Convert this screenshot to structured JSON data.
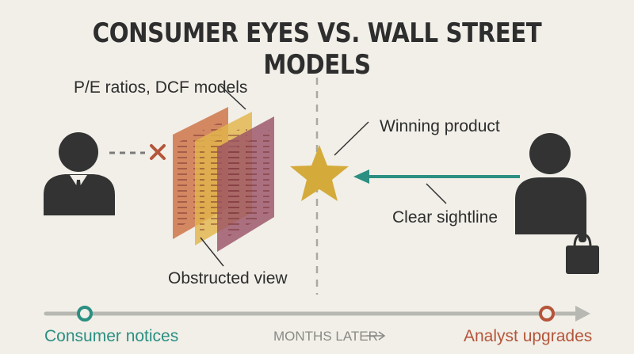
{
  "title": "CONSUMER EYES VS. WALL STREET MODELS",
  "labels": {
    "models": "P/E ratios, DCF models",
    "winning": "Winning product",
    "sightline": "Clear sightline",
    "obstructed": "Obstructed view"
  },
  "timeline": {
    "start": "Consumer notices",
    "middle": "MONTHS LATER",
    "end": "Analyst upgrades"
  },
  "colors": {
    "background": "#f1efe8",
    "ink": "#333333",
    "teal": "#2b8f82",
    "rust": "#b5553a",
    "gold": "#d4aa3a",
    "sheet_orange": "#cf7a4e",
    "sheet_yellow": "#e2b64c",
    "sheet_maroon": "#9a5064"
  },
  "icons": [
    "analyst-figure-icon",
    "shopper-figure-icon",
    "cross-icon",
    "star-icon",
    "shopping-bag-icon",
    "arrow-right-icon"
  ]
}
